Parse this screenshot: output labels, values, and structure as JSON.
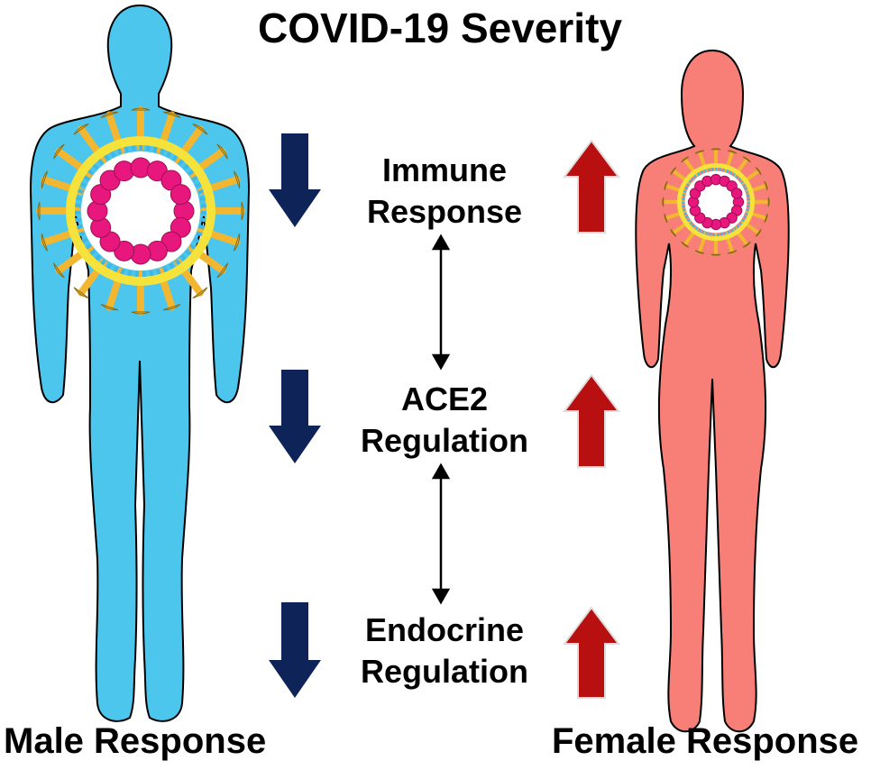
{
  "title": "COVID-19 Severity",
  "factors": [
    {
      "line1": "Immune",
      "line2": "Response"
    },
    {
      "line1": "ACE2",
      "line2": "Regulation"
    },
    {
      "line1": "Endocrine",
      "line2": "Regulation"
    }
  ],
  "male": {
    "label": "Male Response",
    "direction": "down",
    "body_color": "#4DC6EE",
    "arrow_color": "#0E2459"
  },
  "female": {
    "label": "Female Response",
    "direction": "up",
    "body_color": "#F87E78",
    "arrow_color": "#B80F10"
  },
  "virus_colors": {
    "spike": "#F2B630",
    "envelope_outer": "#F5E33B",
    "envelope_inner": "#3FB8E8",
    "rna": "#E8177D"
  }
}
